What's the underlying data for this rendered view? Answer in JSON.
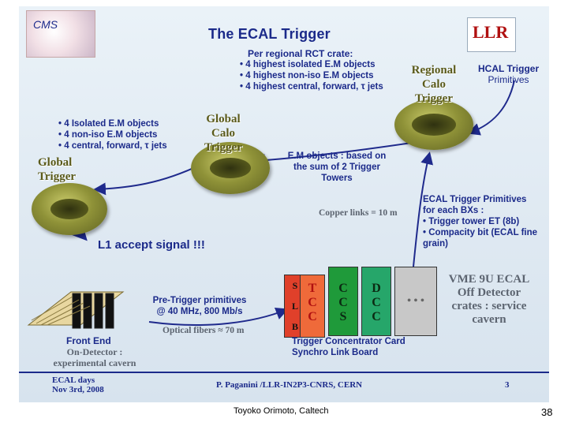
{
  "slide": {
    "title": "The ECAL Trigger",
    "logos": {
      "cms": "CMS",
      "llr": "LLR"
    },
    "rct_crate": {
      "heading": "Per regional RCT crate:",
      "items": [
        "4 highest isolated E.M objects",
        "4 highest non-iso E.M objects",
        "4 highest central, forward, τ jets"
      ]
    },
    "regional_calo_trigger": [
      "Regional",
      "Calo",
      "Trigger"
    ],
    "hcal_primitives": [
      "HCAL Trigger",
      "Primitives"
    ],
    "global_calo_trigger": [
      "Global",
      "Calo",
      "Trigger"
    ],
    "global_trigger": [
      "Global",
      "Trigger"
    ],
    "global_objects": [
      "4 Isolated E.M objects",
      "4 non-iso E.M objects",
      "4 central, forward, τ jets"
    ],
    "em_objects": [
      "E.M objects : based on",
      "the sum of 2 Trigger",
      "Towers"
    ],
    "copper_links": "Copper links = 10 m",
    "ecal_primitives": {
      "heading": [
        "ECAL Trigger Primitives",
        "for each BXs :"
      ],
      "items": [
        "Trigger tower ET (8b)",
        "Compacity bit (ECAL fine grain)"
      ]
    },
    "l1_accept": "L1 accept signal !!!",
    "vme_crate": [
      "VME 9U ECAL",
      "Off Detector",
      "crates : service",
      "cavern"
    ],
    "cards": {
      "srp": [
        "S",
        "L",
        "B"
      ],
      "tcc": [
        "T",
        "C",
        "C"
      ],
      "ccs": [
        "C",
        "C",
        "S"
      ],
      "dcc": [
        "D",
        "C",
        "C"
      ],
      "more": "• • •"
    },
    "pre_trigger": [
      "Pre-Trigger primitives",
      "@ 40 MHz, 800 Mb/s"
    ],
    "optical_fibers": "Optical fibers ≈ 70 m",
    "front_end": "Front End",
    "on_detector": [
      "On-Detector :",
      "experimental cavern"
    ],
    "tcc_label": [
      "Trigger Concentrator Card",
      "Synchro Link Board"
    ],
    "footer_event": [
      "ECAL days",
      "Nov 3rd, 2008"
    ],
    "footer_author": "P. Paganini /LLR-IN2P3-CNRS, CERN",
    "inner_page": "3"
  },
  "footer": {
    "presenter": "Toyoko Orimoto, Caltech",
    "page": "38"
  },
  "colors": {
    "title_blue": "#1b2a8a",
    "arrow_blue": "#1f2a8c",
    "card_red": "#e0402a",
    "card_green": "#1f9a3a",
    "card_teal": "#26a66a",
    "card_grey": "#c8c8c8",
    "olive": "#8f9238"
  }
}
